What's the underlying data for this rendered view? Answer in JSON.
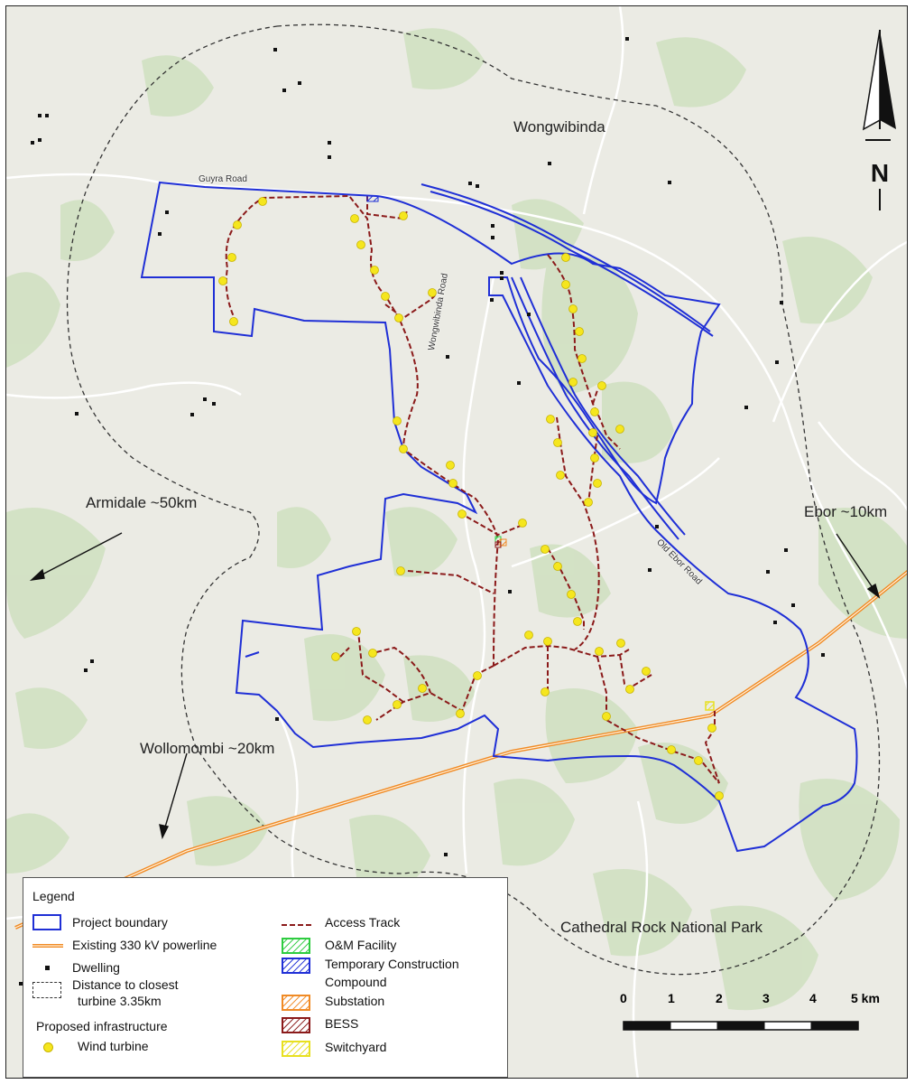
{
  "places": {
    "wongwibinda": "Wongwibinda",
    "armidale": "Armidale ~50km",
    "ebor": "Ebor ~10km",
    "wollomombi": "Wollomombi ~20km",
    "cathedral_rock": "Cathedral Rock National Park"
  },
  "roads": {
    "guyra": "Guyra Road",
    "wongwibinda": "Wongwibinda Road",
    "old_ebor": "Old Ebor Road"
  },
  "north_arrow": {
    "label": "N"
  },
  "scale_bar": {
    "labels": [
      "0",
      "1",
      "2",
      "3",
      "4",
      "5 km"
    ]
  },
  "legend": {
    "title": "Legend",
    "project_boundary": "Project boundary",
    "powerline": "Existing 330 kV powerline",
    "dwelling": "Dwelling",
    "distance_line1": "Distance to closest",
    "distance_line2": "turbine 3.35km",
    "proposed_infrastructure": "Proposed infrastructure",
    "wind_turbine": "Wind turbine",
    "access_track": "Access Track",
    "om_facility": "O&M Facility",
    "temp_construction_line1": "Temporary Construction",
    "temp_construction_line2": "Compound",
    "substation": "Substation",
    "bess": "BESS",
    "switchyard": "Switchyard"
  },
  "colors": {
    "project_boundary": "#1f2fd6",
    "powerline": "#f08a24",
    "access_track": "#8b1a1a",
    "turbine": "#f5e61e",
    "om_facility": "#2ecc40",
    "temp_compound": "#1f2fd6",
    "substation": "#f08a24",
    "bess": "#8b1a1a",
    "switchyard": "#e8e020",
    "background": "#ebebe4",
    "vegetation": "#cfe0c0"
  }
}
